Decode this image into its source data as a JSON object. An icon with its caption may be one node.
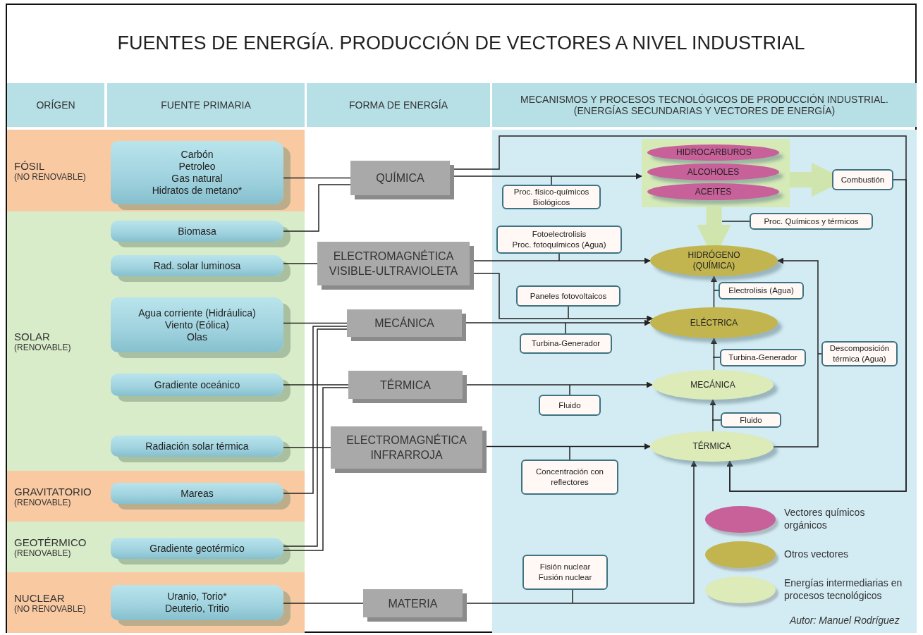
{
  "diagram": {
    "title": "FUENTES DE ENERGÍA. PRODUCCIÓN DE VECTORES A NIVEL INDUSTRIAL",
    "nodes": [
      {
        "text": [
          "FÓSIL",
          "(NO RENOVABLE)"
        ]
      },
      {
        "text": [
          "Carbón",
          "Petroleo",
          "Gas natural",
          "Hidratos de metano*"
        ],
        "in": 0
      },
      {
        "text": [
          "SOLAR",
          "(RENOVABLE)"
        ]
      },
      {
        "text": [
          "Biomasa"
        ],
        "in": 2
      },
      {
        "text": [
          "Rad. solar luminosa"
        ],
        "in": 2
      },
      {
        "text": [
          "Agua corriente (Hidráulica)",
          "Viento (Eólica)",
          "Olas"
        ],
        "in": 2
      },
      {
        "text": [
          "Gradiente oceánico"
        ],
        "in": 2
      },
      {
        "text": [
          "Radiación solar térmica"
        ],
        "in": 2
      },
      {
        "text": [
          "GRAVITATORIO",
          "(RENOVABLE)"
        ]
      },
      {
        "text": [
          "Mareas"
        ],
        "in": 8
      },
      {
        "text": [
          "GEOTÉRMICO",
          "(RENOVABLE)"
        ]
      },
      {
        "text": [
          "Gradiente geotérmico"
        ],
        "in": 10
      },
      {
        "text": [
          "NUCLEAR",
          "(NO RENOVABLE)"
        ]
      },
      {
        "text": [
          "Uranio, Torio*",
          "Deuterio, Tritio"
        ],
        "in": 12
      },
      {
        "text": [
          "QUÍMICA"
        ]
      },
      {
        "text": [
          "ELECTROMAGNÉTICA VISIBLE-ULTRAVIOLETA"
        ]
      },
      {
        "text": [
          "MECÁNICA"
        ]
      },
      {
        "text": [
          "TÉRMICA"
        ]
      },
      {
        "text": [
          "ELECTROMAGNÉTICA INFRARROJA"
        ]
      },
      {
        "text": [
          "MATERIA"
        ]
      },
      {
        "text": [],
        "shape": "box"
      },
      {
        "text": [
          "HIDROCARBUROS"
        ],
        "in": 20
      },
      {
        "text": [
          "ALCOHOLES"
        ],
        "in": 20
      },
      {
        "text": [
          "ACEITES"
        ],
        "in": 20
      },
      {
        "text": [
          "Combustión"
        ]
      },
      {
        "text": [
          "Proc. físico-químicos",
          "Biológicos"
        ]
      },
      {
        "text": [
          "Fotoelectrolisis",
          "Proc. fotoquímicos (Agua)"
        ]
      },
      {
        "text": [
          "Proc. Químicos y térmicos"
        ]
      },
      {
        "text": [
          "HIDRÓGENO (QUÍMICA)"
        ]
      },
      {
        "text": [
          "Paneles fotovoltaicos"
        ]
      },
      {
        "text": [
          "Electrolisis (Agua)"
        ]
      },
      {
        "text": [
          "ELÉCTRICA"
        ]
      },
      {
        "text": [
          "Turbina-Generador"
        ]
      },
      {
        "text": [
          "Turbina-Generador"
        ]
      },
      {
        "text": [
          "Descomposición térmica (Agua)"
        ]
      },
      {
        "text": [
          "MECÁNICA"
        ]
      },
      {
        "text": [
          "Fluido"
        ]
      },
      {
        "text": [
          "Fluido"
        ]
      },
      {
        "text": [
          "TÉRMICA"
        ]
      },
      {
        "text": [
          "Concentración con reflectores"
        ]
      },
      {
        "text": [
          "Fisión nuclear",
          "Fusión nuclear"
        ]
      }
    ],
    "edges": [
      {
        "from": 1,
        "to": 14,
        "arrow": "none"
      },
      {
        "from": 3,
        "to": 14,
        "arrow": "none"
      },
      {
        "from": 4,
        "to": 15,
        "arrow": "none"
      },
      {
        "from": 5,
        "to": 16,
        "arrow": "none"
      },
      {
        "from": 9,
        "to": 16,
        "arrow": "none"
      },
      {
        "from": 11,
        "to": 16,
        "arrow": "none"
      },
      {
        "from": 6,
        "to": 17,
        "arrow": "none"
      },
      {
        "from": 11,
        "to": 17,
        "arrow": "none"
      },
      {
        "from": 7,
        "to": 18,
        "arrow": "none"
      },
      {
        "from": 13,
        "to": 19,
        "arrow": "none"
      },
      {
        "from": 14,
        "to": 20,
        "arrow": "to"
      },
      {
        "from": 14,
        "to": 38,
        "arrow": "to"
      },
      {
        "from": 24,
        "to": 38,
        "arrow": "to"
      },
      {
        "from": 20,
        "to": 24,
        "arrow": "to",
        "style": "thick",
        "color": "#cfe5ad"
      },
      {
        "from": 20,
        "to": 28,
        "arrow": "to",
        "style": "thick",
        "color": "#cfe5ad"
      },
      {
        "from": 15,
        "to": 28,
        "arrow": "to"
      },
      {
        "from": 15,
        "to": 31,
        "arrow": "to"
      },
      {
        "from": 16,
        "to": 31,
        "arrow": "to"
      },
      {
        "from": 17,
        "to": 35,
        "arrow": "to"
      },
      {
        "from": 18,
        "to": 38,
        "arrow": "to"
      },
      {
        "from": 19,
        "to": 38,
        "arrow": "to"
      },
      {
        "from": 31,
        "to": 28,
        "arrow": "to"
      },
      {
        "from": 35,
        "to": 31,
        "arrow": "to"
      },
      {
        "from": 38,
        "to": 35,
        "arrow": "to"
      },
      {
        "from": 38,
        "to": 28,
        "arrow": "to"
      },
      {
        "from": 25,
        "to": null,
        "arrow": "none"
      },
      {
        "from": 26,
        "to": null,
        "arrow": "none"
      },
      {
        "from": 27,
        "to": null,
        "arrow": "none"
      },
      {
        "from": 29,
        "to": null,
        "arrow": "none"
      },
      {
        "from": 30,
        "to": null,
        "arrow": "none"
      },
      {
        "from": 32,
        "to": null,
        "arrow": "none"
      },
      {
        "from": 33,
        "to": null,
        "arrow": "none"
      },
      {
        "from": 34,
        "to": null,
        "arrow": "none"
      },
      {
        "from": 36,
        "to": null,
        "arrow": "none"
      },
      {
        "from": 37,
        "to": null,
        "arrow": "none"
      },
      {
        "from": 39,
        "to": null,
        "arrow": "none"
      },
      {
        "from": 40,
        "to": null,
        "arrow": "none"
      }
    ],
    "labels": [
      "ORÍGEN",
      "FUENTE PRIMARIA",
      "FORMA DE ENERGÍA",
      "MECANISMOS Y PROCESOS TECNOLÓGICOS DE PRODUCCIÓN INDUSTRIAL. (ENERGÍAS SECUNDARIAS Y VECTORES DE ENERGÍA)",
      "Autor: Manuel Rodríguez"
    ],
    "legend": [
      {
        "text": "Vectores químicos orgánicos",
        "color": "#c8609a"
      },
      {
        "text": "Otros vectores",
        "color": "#c2b550"
      },
      {
        "text": "Energías intermediarias en procesos tecnológicos",
        "color": "#dcebb8"
      }
    ]
  }
}
